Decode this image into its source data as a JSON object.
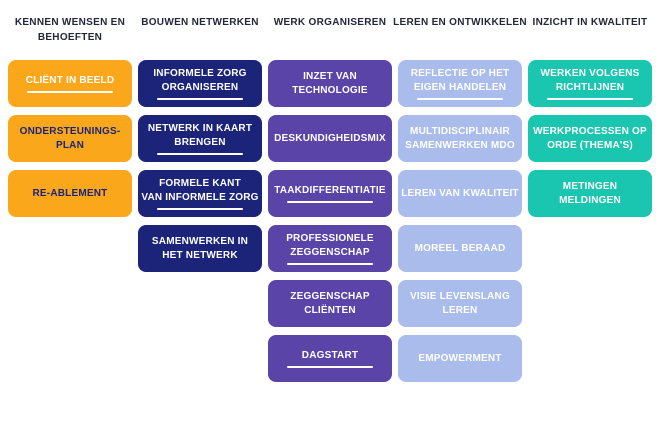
{
  "page": {
    "background": "#FFFFFF",
    "header_text_color": "#232838"
  },
  "board": {
    "columns": [
      {
        "id": "kennen-wensen-en-behoeften",
        "header": "KENNEN WENSEN EN\nBEHOEFTEN",
        "card_color": "#FAA71B",
        "cards": [
          {
            "label": "CLIËNT IN BEELD",
            "underlined": true,
            "text_color": "#FFFFFF"
          },
          {
            "label": "ONDERSTEUNINGS-\nPLAN",
            "underlined": false,
            "text_color": "#1B2479"
          },
          {
            "label": "RE-ABLEMENT",
            "underlined": false,
            "text_color": "#1B2479"
          }
        ]
      },
      {
        "id": "bouwen-netwerken",
        "header": "BOUWEN NETWERKEN",
        "card_color": "#1B2479",
        "cards": [
          {
            "label": "INFORMELE ZORG\nORGANISEREN",
            "underlined": true,
            "text_color": "#FFFFFF"
          },
          {
            "label": "NETWERK IN KAART\nBRENGEN",
            "underlined": true,
            "text_color": "#FFFFFF"
          },
          {
            "label": "FORMELE KANT\nVAN INFORMELE ZORG",
            "underlined": true,
            "text_color": "#FFFFFF"
          },
          {
            "label": "SAMENWERKEN IN\nHET NETWERK",
            "underlined": false,
            "text_color": "#FFFFFF"
          }
        ]
      },
      {
        "id": "werk-organiseren",
        "header": "WERK ORGANISEREN",
        "card_color": "#5B44A8",
        "cards": [
          {
            "label": "INZET VAN\nTECHNOLOGIE",
            "underlined": false,
            "text_color": "#FFFFFF"
          },
          {
            "label": "DESKUNDIGHEIDSMIX",
            "underlined": false,
            "text_color": "#FFFFFF"
          },
          {
            "label": "TAAKDIFFERENTIATIE",
            "underlined": true,
            "text_color": "#FFFFFF"
          },
          {
            "label": "PROFESSIONELE\nZEGGENSCHAP",
            "underlined": true,
            "text_color": "#FFFFFF"
          },
          {
            "label": "ZEGGENSCHAP\nCLIËNTEN",
            "underlined": false,
            "text_color": "#FFFFFF"
          },
          {
            "label": "DAGSTART",
            "underlined": true,
            "text_color": "#FFFFFF"
          }
        ]
      },
      {
        "id": "leren-en-ontwikkelen",
        "header": "LEREN EN ONTWIKKELEN",
        "card_color": "#A9BCEC",
        "cards": [
          {
            "label": "REFLECTIE OP HET\nEIGEN HANDELEN",
            "underlined": true,
            "text_color": "#FFFFFF"
          },
          {
            "label": "MULTIDISCIPLINAIR\nSAMENWERKEN MDO",
            "underlined": false,
            "text_color": "#FFFFFF"
          },
          {
            "label": "LEREN VAN KWALITEIT",
            "underlined": false,
            "text_color": "#FFFFFF"
          },
          {
            "label": "MOREEL BERAAD",
            "underlined": false,
            "text_color": "#FFFFFF"
          },
          {
            "label": "VISIE LEVENSLANG\nLEREN",
            "underlined": false,
            "text_color": "#FFFFFF"
          },
          {
            "label": "EMPOWERMENT",
            "underlined": false,
            "text_color": "#FFFFFF"
          }
        ]
      },
      {
        "id": "inzicht-in-kwaliteit",
        "header": "INZICHT IN KWALITEIT",
        "card_color": "#1BC6B0",
        "cards": [
          {
            "label": "WERKEN VOLGENS\nRICHTLIJNEN",
            "underlined": true,
            "text_color": "#FFFFFF"
          },
          {
            "label": "WERKPROCESSEN OP\nORDE (THEMA'S)",
            "underlined": false,
            "text_color": "#FFFFFF"
          },
          {
            "label": "METINGEN\nMELDINGEN",
            "underlined": false,
            "text_color": "#FFFFFF"
          }
        ]
      }
    ]
  }
}
